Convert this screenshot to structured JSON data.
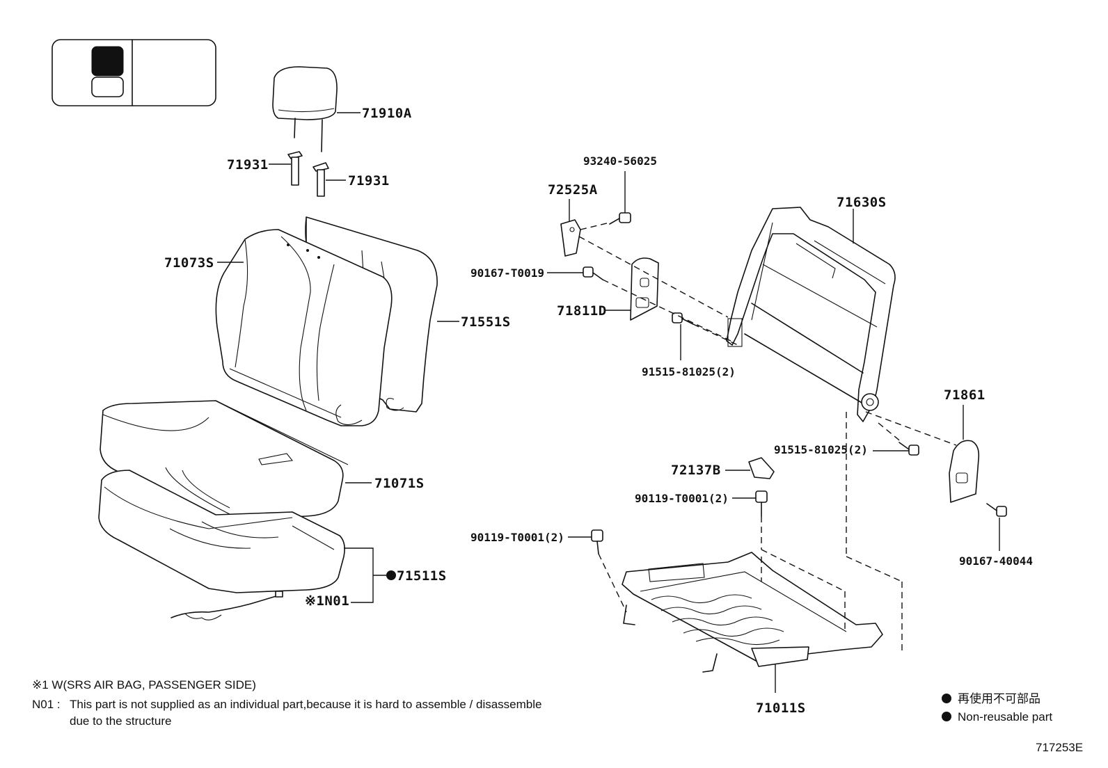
{
  "legend_box": {},
  "parts": {
    "p71910A": "71910A",
    "p71931_left": "71931",
    "p71931_right": "71931",
    "p71073S": "71073S",
    "p71551S": "71551S",
    "p71071S": "71071S",
    "p71511S": "71511S",
    "n01_label": "※1N01",
    "p93240": "93240-56025",
    "p72525A": "72525A",
    "p90167_T0019": "90167-T0019",
    "p71811D": "71811D",
    "p91515_upper": "91515-81025(2)",
    "p71630S": "71630S",
    "p71861": "71861",
    "p91515_lower": "91515-81025(2)",
    "p72137B": "72137B",
    "p90119_right": "90119-T0001(2)",
    "p90119_left": "90119-T0001(2)",
    "p90167_40044": "90167-40044",
    "p71011S": "71011S"
  },
  "notes": {
    "footnote1": "※1 W(SRS AIR BAG, PASSENGER SIDE)",
    "n01_prefix": "N01 :",
    "n01_line1": "This part is not supplied as an individual part,because it is hard to assemble / disassemble",
    "n01_line2": "due to the structure"
  },
  "legend": {
    "jp_label": "再使用不可部品",
    "en_label": "Non-reusable part",
    "bullet_color": "#111111"
  },
  "diagram_id": "717253E",
  "icons": [
    "non-reusable-bullet-icon",
    "headrest-icon",
    "seat-frame-icon"
  ]
}
